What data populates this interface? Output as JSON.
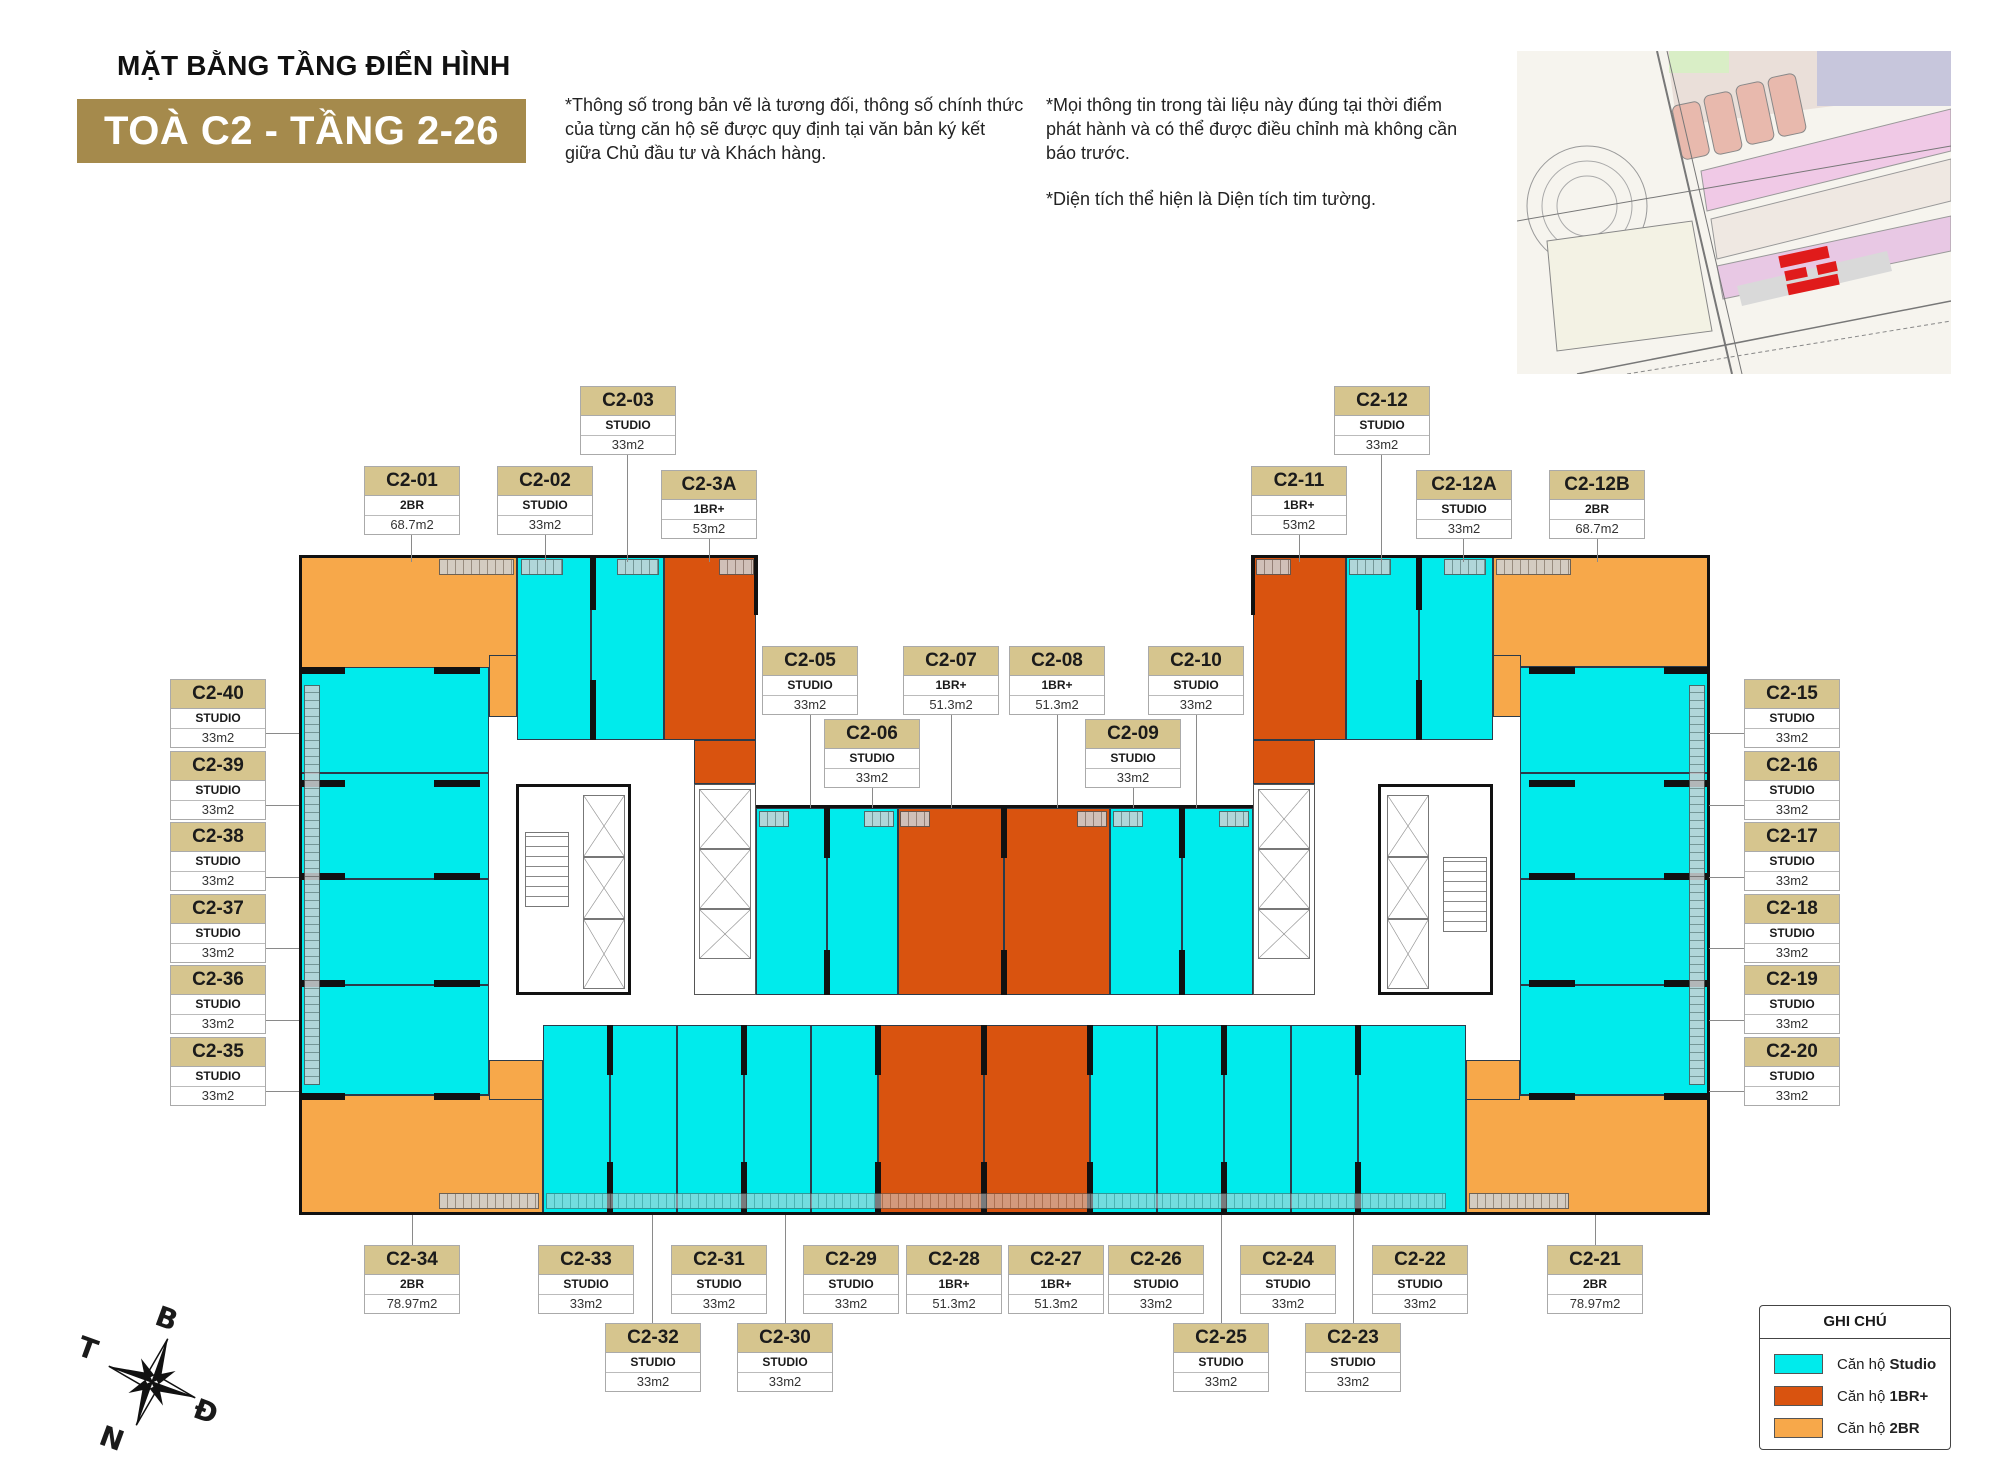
{
  "header": {
    "heading": "MẶT BẰNG TẦNG ĐIỂN HÌNH",
    "title": "TOÀ C2 - TẦNG 2-26"
  },
  "notes": {
    "left": "*Thông số trong bản vẽ là tương đối, thông số chính thức của từng căn hộ sẽ được quy định tại văn bản ký kết giữa Chủ đầu tư và Khách hàng.",
    "right_1": "*Mọi thông tin trong tài liệu này đúng tại thời điểm phát hành và có thể được điều chỉnh mà không cần báo trước.",
    "right_2": "*Diện tích thể hiện là Diện tích tim tường."
  },
  "colors": {
    "studio": "#00ebec",
    "br1_plus": "#d9530f",
    "br2": "#f7a84a",
    "label_header": "#d6c58e",
    "title_box": "#a58a4c"
  },
  "units": {
    "c2_01": {
      "code": "C2-01",
      "type": "2BR",
      "area": "68.7m2"
    },
    "c2_02": {
      "code": "C2-02",
      "type": "STUDIO",
      "area": "33m2"
    },
    "c2_03": {
      "code": "C2-03",
      "type": "STUDIO",
      "area": "33m2"
    },
    "c2_3a": {
      "code": "C2-3A",
      "type": "1BR+",
      "area": "53m2"
    },
    "c2_05": {
      "code": "C2-05",
      "type": "STUDIO",
      "area": "33m2"
    },
    "c2_06": {
      "code": "C2-06",
      "type": "STUDIO",
      "area": "33m2"
    },
    "c2_07": {
      "code": "C2-07",
      "type": "1BR+",
      "area": "51.3m2"
    },
    "c2_08": {
      "code": "C2-08",
      "type": "1BR+",
      "area": "51.3m2"
    },
    "c2_09": {
      "code": "C2-09",
      "type": "STUDIO",
      "area": "33m2"
    },
    "c2_10": {
      "code": "C2-10",
      "type": "STUDIO",
      "area": "33m2"
    },
    "c2_11": {
      "code": "C2-11",
      "type": "1BR+",
      "area": "53m2"
    },
    "c2_12": {
      "code": "C2-12",
      "type": "STUDIO",
      "area": "33m2"
    },
    "c2_12a": {
      "code": "C2-12A",
      "type": "STUDIO",
      "area": "33m2"
    },
    "c2_12b": {
      "code": "C2-12B",
      "type": "2BR",
      "area": "68.7m2"
    },
    "c2_15": {
      "code": "C2-15",
      "type": "STUDIO",
      "area": "33m2"
    },
    "c2_16": {
      "code": "C2-16",
      "type": "STUDIO",
      "area": "33m2"
    },
    "c2_17": {
      "code": "C2-17",
      "type": "STUDIO",
      "area": "33m2"
    },
    "c2_18": {
      "code": "C2-18",
      "type": "STUDIO",
      "area": "33m2"
    },
    "c2_19": {
      "code": "C2-19",
      "type": "STUDIO",
      "area": "33m2"
    },
    "c2_20": {
      "code": "C2-20",
      "type": "STUDIO",
      "area": "33m2"
    },
    "c2_21": {
      "code": "C2-21",
      "type": "2BR",
      "area": "78.97m2"
    },
    "c2_22": {
      "code": "C2-22",
      "type": "STUDIO",
      "area": "33m2"
    },
    "c2_23": {
      "code": "C2-23",
      "type": "STUDIO",
      "area": "33m2"
    },
    "c2_24": {
      "code": "C2-24",
      "type": "STUDIO",
      "area": "33m2"
    },
    "c2_25": {
      "code": "C2-25",
      "type": "STUDIO",
      "area": "33m2"
    },
    "c2_26": {
      "code": "C2-26",
      "type": "STUDIO",
      "area": "33m2"
    },
    "c2_27": {
      "code": "C2-27",
      "type": "1BR+",
      "area": "51.3m2"
    },
    "c2_28": {
      "code": "C2-28",
      "type": "1BR+",
      "area": "51.3m2"
    },
    "c2_29": {
      "code": "C2-29",
      "type": "STUDIO",
      "area": "33m2"
    },
    "c2_30": {
      "code": "C2-30",
      "type": "STUDIO",
      "area": "33m2"
    },
    "c2_31": {
      "code": "C2-31",
      "type": "STUDIO",
      "area": "33m2"
    },
    "c2_32": {
      "code": "C2-32",
      "type": "STUDIO",
      "area": "33m2"
    },
    "c2_33": {
      "code": "C2-33",
      "type": "STUDIO",
      "area": "33m2"
    },
    "c2_34": {
      "code": "C2-34",
      "type": "2BR",
      "area": "78.97m2"
    },
    "c2_35": {
      "code": "C2-35",
      "type": "STUDIO",
      "area": "33m2"
    },
    "c2_36": {
      "code": "C2-36",
      "type": "STUDIO",
      "area": "33m2"
    },
    "c2_37": {
      "code": "C2-37",
      "type": "STUDIO",
      "area": "33m2"
    },
    "c2_38": {
      "code": "C2-38",
      "type": "STUDIO",
      "area": "33m2"
    },
    "c2_39": {
      "code": "C2-39",
      "type": "STUDIO",
      "area": "33m2"
    },
    "c2_40": {
      "code": "C2-40",
      "type": "STUDIO",
      "area": "33m2"
    }
  },
  "legend": {
    "title": "GHI CHÚ",
    "items": [
      {
        "prefix": "Căn hộ ",
        "bold": "Studio",
        "color": "#00ebec"
      },
      {
        "prefix": "Căn hộ ",
        "bold": "1BR+",
        "color": "#d9530f"
      },
      {
        "prefix": "Căn hộ ",
        "bold": "2BR",
        "color": "#f7a84a"
      }
    ]
  },
  "compass": {
    "north": "B",
    "west": "T",
    "east": "Đ",
    "south": "N"
  }
}
